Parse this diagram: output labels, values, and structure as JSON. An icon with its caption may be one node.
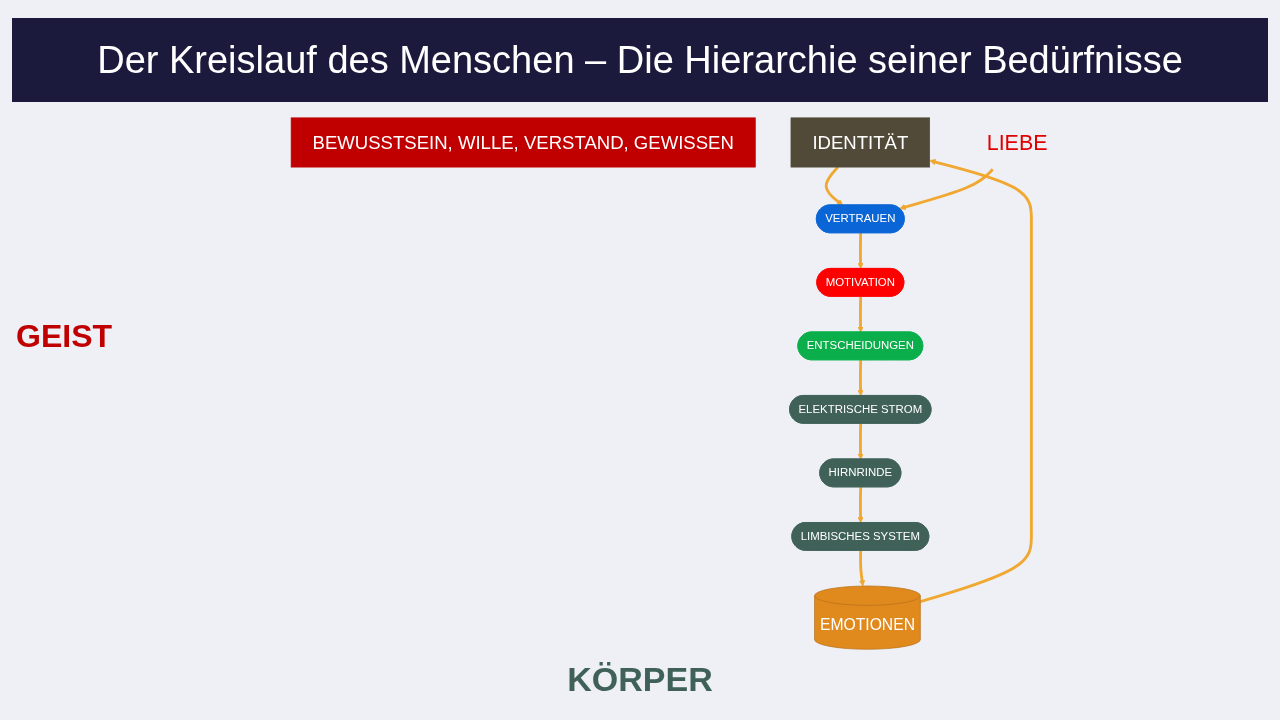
{
  "diagram": {
    "title": "Der Kreislauf des Menschen – Die Hierarchie seiner Bedürfnisse",
    "nodes": [
      {
        "text": [
          "BEWUSSTSEIN, WILLE, VERSTAND, GEWISSEN"
        ]
      },
      {
        "text": [
          "IDENTITÄT"
        ]
      },
      {
        "text": [
          "VERTRAUEN"
        ]
      },
      {
        "text": [
          "LIEBE"
        ]
      },
      {
        "text": [
          "MOTIVATION"
        ]
      },
      {
        "text": [
          "ENTSCHEIDUNGEN"
        ]
      },
      {
        "text": [
          "ELEKTRISCHE STROM"
        ]
      },
      {
        "text": [
          "HIRNRINDE"
        ]
      },
      {
        "text": [
          "LIMBISCHES SYSTEM"
        ]
      },
      {
        "text": [
          "EMOTIONEN"
        ]
      }
    ],
    "edges": [
      {
        "from": 1,
        "to": 2,
        "arrow": "to"
      },
      {
        "from": 3,
        "to": 2,
        "arrow": "to"
      },
      {
        "from": 2,
        "to": 4,
        "arrow": "to"
      },
      {
        "from": 4,
        "to": 5,
        "arrow": "to"
      },
      {
        "from": 5,
        "to": 6,
        "arrow": "to"
      },
      {
        "from": 6,
        "to": 7,
        "arrow": "to"
      },
      {
        "from": 7,
        "to": 8,
        "arrow": "to"
      },
      {
        "from": 8,
        "to": 9,
        "arrow": "to"
      },
      {
        "from": 9,
        "to": 1,
        "arrow": "to"
      }
    ],
    "labels": [
      "GEIST",
      "KÖRPER"
    ]
  }
}
